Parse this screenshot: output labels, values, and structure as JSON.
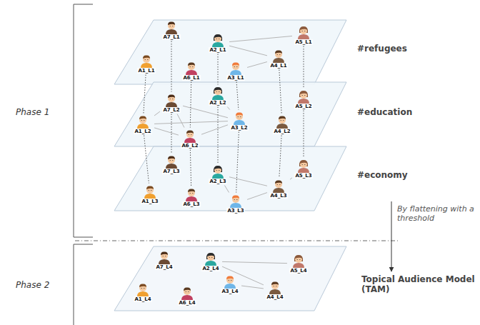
{
  "diagram": {
    "nodes": [
      {
        "text": [
          "A7_L1"
        ]
      },
      {
        "text": [
          "A2_L1"
        ]
      },
      {
        "text": [
          "A5_L1"
        ]
      },
      {
        "text": [
          "A1_L1"
        ]
      },
      {
        "text": [
          "A6_L1"
        ]
      },
      {
        "text": [
          "A3_L1"
        ]
      },
      {
        "text": [
          "A4_L1"
        ]
      },
      {
        "text": [
          "A7_L2"
        ]
      },
      {
        "text": [
          "A2_L2"
        ]
      },
      {
        "text": [
          "A5_L2"
        ]
      },
      {
        "text": [
          "A1_L2"
        ]
      },
      {
        "text": [
          "A6_L2"
        ]
      },
      {
        "text": [
          "A3_L2"
        ]
      },
      {
        "text": [
          "A4_L2"
        ]
      },
      {
        "text": [
          "A7_L3"
        ]
      },
      {
        "text": [
          "A2_L3"
        ]
      },
      {
        "text": [
          "A5_L3"
        ]
      },
      {
        "text": [
          "A1_L3"
        ]
      },
      {
        "text": [
          "A6_L3"
        ]
      },
      {
        "text": [
          "A3_L3"
        ]
      },
      {
        "text": [
          "A4_L3"
        ]
      },
      {
        "text": [
          "A7_L4"
        ]
      },
      {
        "text": [
          "A2_L4"
        ]
      },
      {
        "text": [
          "A5_L4"
        ]
      },
      {
        "text": [
          "A1_L4"
        ]
      },
      {
        "text": [
          "A6_L4"
        ]
      },
      {
        "text": [
          "A3_L4"
        ]
      },
      {
        "text": [
          "A4_L4"
        ]
      }
    ],
    "edges": [
      {
        "from": 1,
        "to": 2,
        "arrow": "none"
      },
      {
        "from": 1,
        "to": 6,
        "arrow": "none"
      },
      {
        "from": 5,
        "to": 6,
        "arrow": "none"
      },
      {
        "from": 10,
        "to": 7,
        "arrow": "none"
      },
      {
        "from": 10,
        "to": 11,
        "arrow": "none"
      },
      {
        "from": 10,
        "to": 12,
        "arrow": "none"
      },
      {
        "from": 7,
        "to": 11,
        "arrow": "none"
      },
      {
        "from": 7,
        "to": 12,
        "arrow": "none"
      },
      {
        "from": 11,
        "to": 12,
        "arrow": "none"
      },
      {
        "from": 8,
        "to": 12,
        "arrow": "none"
      },
      {
        "from": 15,
        "to": 19,
        "arrow": "none"
      },
      {
        "from": 15,
        "to": 20,
        "arrow": "none"
      },
      {
        "from": 19,
        "to": 20,
        "arrow": "none"
      },
      {
        "from": 20,
        "to": 16,
        "arrow": "none"
      },
      {
        "from": 22,
        "to": 23,
        "arrow": "none"
      },
      {
        "from": 22,
        "to": 27,
        "arrow": "none"
      },
      {
        "from": 26,
        "to": 27,
        "arrow": "none"
      },
      {
        "from": 0,
        "to": 7,
        "arrow": "none"
      },
      {
        "from": 7,
        "to": 14,
        "arrow": "none"
      },
      {
        "from": 1,
        "to": 8,
        "arrow": "none"
      },
      {
        "from": 8,
        "to": 15,
        "arrow": "none"
      },
      {
        "from": 2,
        "to": 9,
        "arrow": "none"
      },
      {
        "from": 9,
        "to": 16,
        "arrow": "none"
      },
      {
        "from": 3,
        "to": 10,
        "arrow": "none"
      },
      {
        "from": 10,
        "to": 17,
        "arrow": "none"
      },
      {
        "from": 4,
        "to": 11,
        "arrow": "none"
      },
      {
        "from": 11,
        "to": 18,
        "arrow": "none"
      },
      {
        "from": 5,
        "to": 12,
        "arrow": "none"
      },
      {
        "from": 12,
        "to": 19,
        "arrow": "none"
      },
      {
        "from": 6,
        "to": 13,
        "arrow": "none"
      },
      {
        "from": 13,
        "to": 20,
        "arrow": "none"
      }
    ],
    "labels": [
      "Phase 1",
      "Phase 2",
      "#refugees",
      "#education",
      "#economy",
      "By flattening with a threshold",
      "Topical Audience Model (TAM)"
    ]
  }
}
